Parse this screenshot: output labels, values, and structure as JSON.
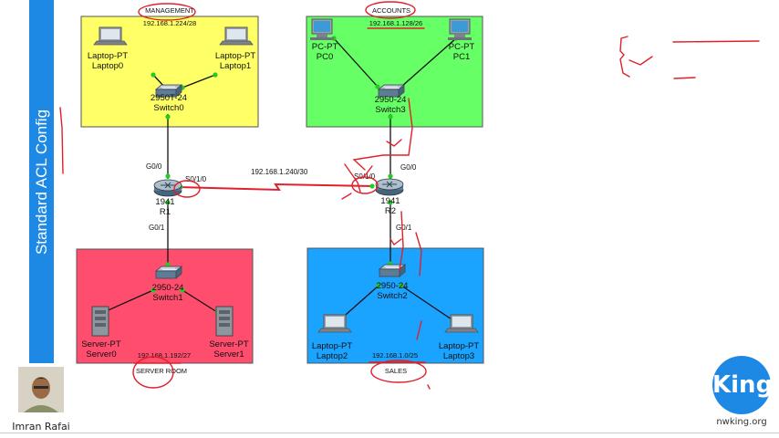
{
  "sidebar": {
    "title": "Standard ACL Config"
  },
  "zones": {
    "management": {
      "label": "MANAGEMENT",
      "subnet": "192.168.1.224/28",
      "color": "#ffff66"
    },
    "accounts": {
      "label": "ACCOUNTS",
      "subnet": "192.168.1.128/26",
      "color": "#66ff66"
    },
    "server_room": {
      "label": "SERVER ROOM",
      "subnet": "192.168.1.192/27",
      "color": "#ff4d6d"
    },
    "sales": {
      "label": "SALES",
      "subnet": "192.168.1.0/25",
      "color": "#1aa3ff"
    }
  },
  "devices": {
    "laptop0": {
      "type": "Laptop-PT",
      "name": "Laptop0"
    },
    "laptop1": {
      "type": "Laptop-PT",
      "name": "Laptop1"
    },
    "switch0": {
      "type": "2950T-24",
      "name": "Switch0"
    },
    "pc0": {
      "type": "PC-PT",
      "name": "PC0"
    },
    "pc1": {
      "type": "PC-PT",
      "name": "PC1"
    },
    "switch3": {
      "type": "2950-24",
      "name": "Switch3"
    },
    "r1": {
      "type": "1941",
      "name": "R1"
    },
    "r2": {
      "type": "1941",
      "name": "R2"
    },
    "switch1": {
      "type": "2950-24",
      "name": "Switch1"
    },
    "server0": {
      "type": "Server-PT",
      "name": "Server0"
    },
    "server1": {
      "type": "Server-PT",
      "name": "Server1"
    },
    "switch2": {
      "type": "2950-24",
      "name": "Switch2"
    },
    "laptop2": {
      "type": "Laptop-PT",
      "name": "Laptop2"
    },
    "laptop3": {
      "type": "Laptop-PT",
      "name": "Laptop3"
    }
  },
  "interfaces": {
    "r1_g00": "G0/0",
    "r1_s010": "S0/1/0",
    "r1_g01": "G0/1",
    "r2_g00": "G0/0",
    "r2_s010": "S0/1/0",
    "r2_g01": "G0/1"
  },
  "wan_link": {
    "subnet": "192.168.1.240/30",
    "color": "#e0202a"
  },
  "annotation_color": "#e0202a",
  "presenter": {
    "name": "Imran Rafai"
  },
  "brand": {
    "logo": "King",
    "site": "nwking.org"
  }
}
